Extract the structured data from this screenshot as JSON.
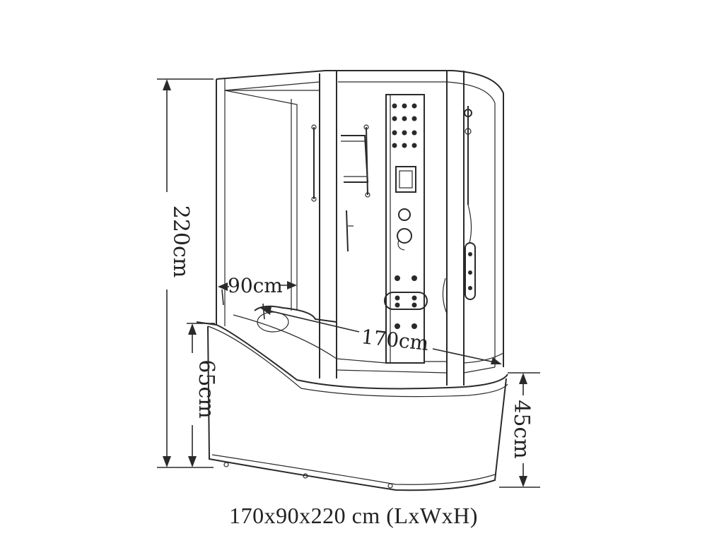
{
  "dimensions": {
    "height_total": "220cm",
    "width_depth": "90cm",
    "length": "170cm",
    "tub_height_left": "65cm",
    "tub_height_right": "45cm"
  },
  "caption": "170x90x220 cm (LxWxH)",
  "colors": {
    "line": "#2a2a2a",
    "background": "#ffffff"
  }
}
